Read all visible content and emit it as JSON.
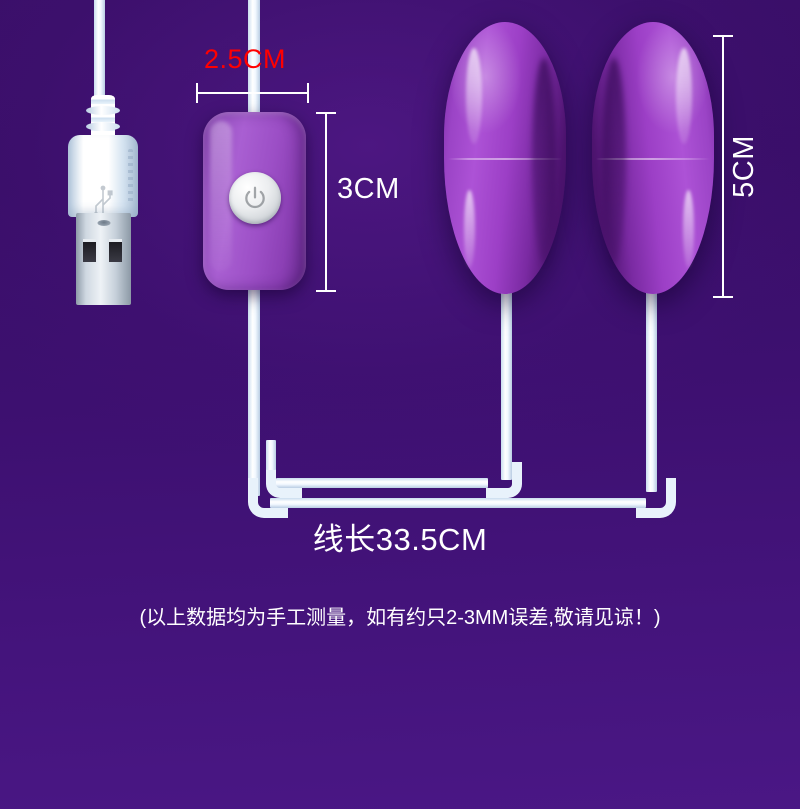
{
  "background": {
    "color_top": "#3a0f69",
    "color_bottom": "#4a1785"
  },
  "product": {
    "usb_connector": {
      "icon": "usb-trident-icon",
      "color": "#ffffff"
    },
    "controller": {
      "color": "#a95fd2",
      "button": {
        "icon": "power-icon",
        "color": "#e8eaed"
      }
    },
    "eggs": [
      {
        "name": "egg-left",
        "color": "#ad52d6"
      },
      {
        "name": "egg-right",
        "color": "#ad52d6"
      }
    ]
  },
  "dimensions": {
    "controller_width": {
      "label": "2.5CM",
      "color": "#ff0000"
    },
    "controller_height": {
      "label": "3CM",
      "color": "#ffffff"
    },
    "egg_height": {
      "label": "5CM",
      "color": "#ffffff"
    }
  },
  "captions": {
    "cable_length": "线长33.5CM",
    "disclaimer": "(以上数据均为手工测量，如有约只2-3MM误差,敬请见谅！)"
  }
}
